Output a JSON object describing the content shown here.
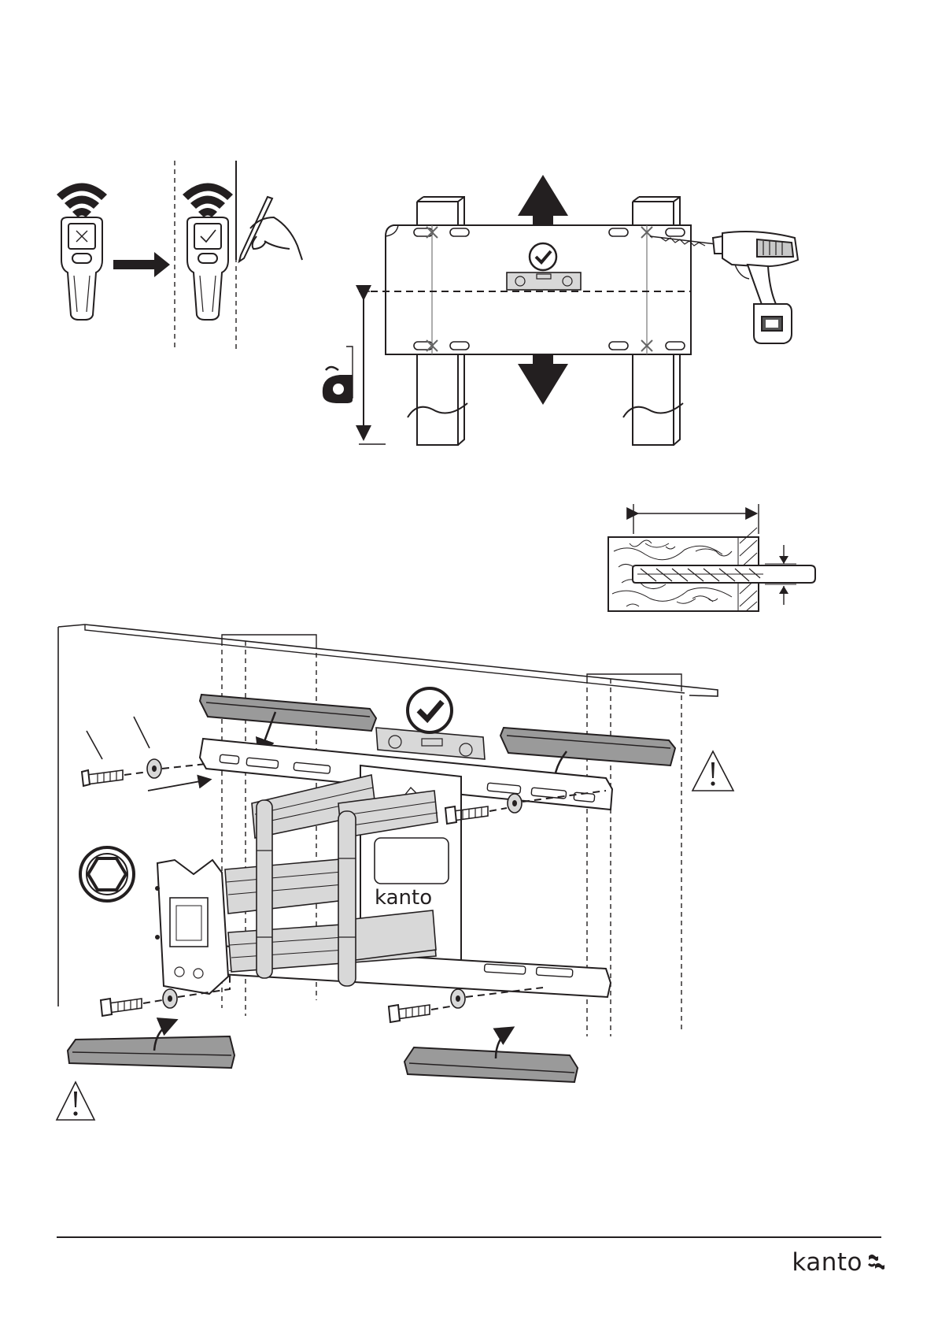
{
  "document": {
    "figures": [
      {
        "id": "stud-finder",
        "icon": "stud-finder-icon"
      },
      {
        "id": "template-drilling",
        "icon": "drill-icon"
      },
      {
        "id": "pilot-hole-depth",
        "icon": "drill-bit-icon"
      },
      {
        "id": "mount-installation",
        "icon": "wall-mount-icon"
      }
    ],
    "icons": [
      "wifi-signal-icon",
      "arrow-right-icon",
      "pencil-icon",
      "level-icon",
      "checkmark-icon",
      "tape-measure-icon",
      "hex-socket-icon",
      "warning-icon",
      "lag-bolt-icon",
      "washer-icon"
    ]
  },
  "illustration_text": {
    "mount_brand": "kanto"
  },
  "footer": {
    "brand": "kanto",
    "brand_color": "#231f20"
  }
}
